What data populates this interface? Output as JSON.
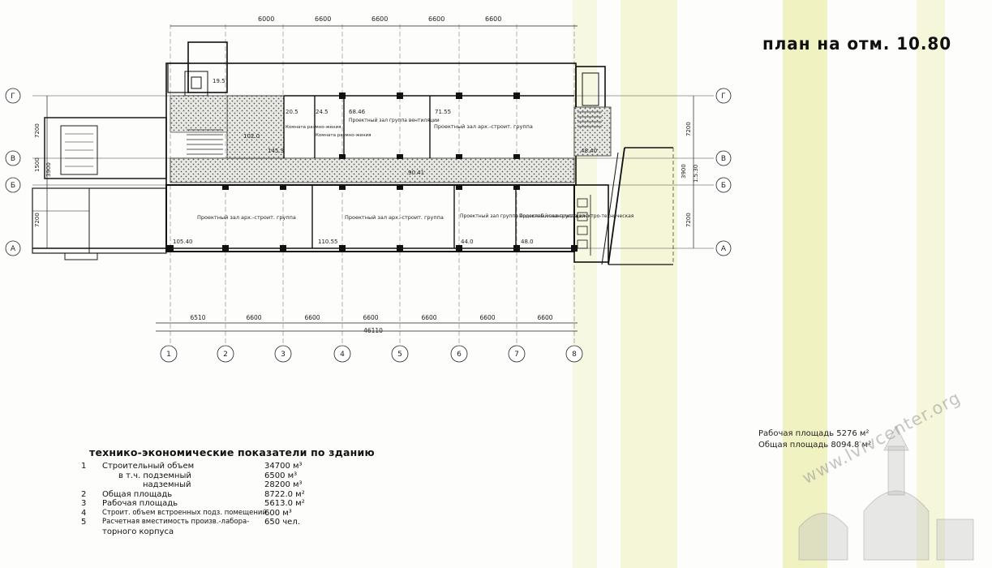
{
  "title": "план на отм. 10.80",
  "top_dims": [
    "6000",
    "6600",
    "6600",
    "6600",
    "6600"
  ],
  "bottom_dims": [
    "6510",
    "6600",
    "6600",
    "6600",
    "6600",
    "6600",
    "6600"
  ],
  "bottom_total": "46110",
  "axes_numbers": [
    "1",
    "2",
    "3",
    "4",
    "5",
    "6",
    "7",
    "8"
  ],
  "axes_letters": [
    "Г",
    "В",
    "Б",
    "А"
  ],
  "left_dims": [
    "7200",
    "1500",
    "3900",
    "7200"
  ],
  "right_dims": [
    "7200",
    "3900",
    "1.5.30",
    "7200"
  ],
  "rooms": {
    "r1": "Проектный зал арх.-строит. группа",
    "r2": "Проектный зал арх.-строит. группа",
    "r3": "Проектный зал группа водоснаб. и канализации",
    "r4": "Проектный зал группа электро-техническая",
    "r5": "Проектный зал группа вентиляции",
    "r6": "Проектный зал арх.-строит. группа",
    "k1": "Комната размно-жения",
    "k2": "Комната размно-жения"
  },
  "areas_labels": {
    "a1": "105.40",
    "a2": "110.55",
    "a3": "44.0",
    "a4": "48.0",
    "a5": "90.41",
    "a6": "68.46",
    "a7": "71.55",
    "a8": "20.5",
    "a9": "24.5",
    "a10": "102.0",
    "a11": "145.3",
    "a12": "19.5",
    "a13": "48.40"
  },
  "summary": {
    "work_area": "Рабочая площадь 5276 м²",
    "total_area": "Общая площадь 8094.8 м²"
  },
  "indicators": {
    "heading": "технико-экономические показатели по зданию",
    "rows": [
      {
        "n": "1",
        "label": "Строительный объем",
        "value": "34700 м³"
      },
      {
        "n": "",
        "label": "в т.ч. подземный",
        "value": "6500 м³"
      },
      {
        "n": "",
        "label": "надземный",
        "value": "28200 м³"
      },
      {
        "n": "2",
        "label": "Общая площадь",
        "value": "8722.0 м²"
      },
      {
        "n": "3",
        "label": "Рабочая площадь",
        "value": "5613.0 м²"
      },
      {
        "n": "4",
        "label": "Строит. объем встроенных подз. помещений",
        "value": "600 м³"
      },
      {
        "n": "5",
        "label": "Расчетная вместимость произв.-лабора-",
        "value": "650 чел."
      },
      {
        "n": "",
        "label": "торного корпуса",
        "value": ""
      }
    ]
  },
  "watermark": "www.lvivcenter.org",
  "colors": {
    "band": "#f1f3c6",
    "band2": "#f6f7dc",
    "line": "#1a1a1a",
    "hatch": "#9a9a9a"
  }
}
